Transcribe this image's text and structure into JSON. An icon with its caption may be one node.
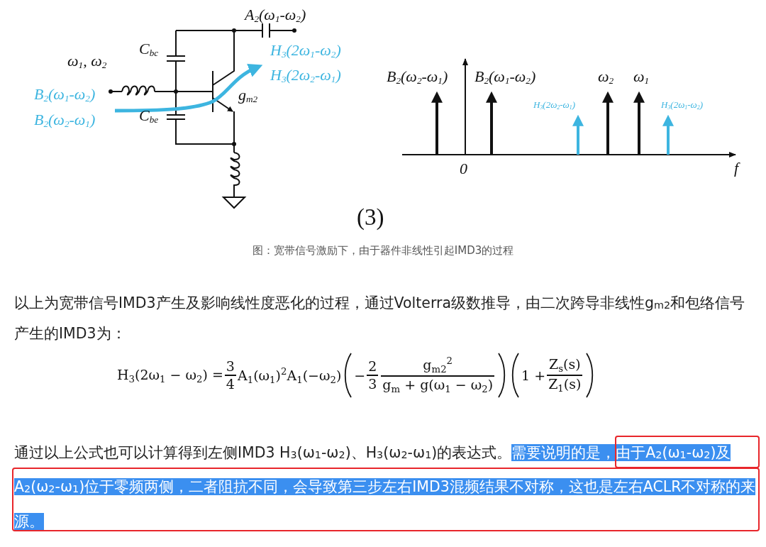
{
  "diagram": {
    "caption": "图：宽带信号激励下，由于器件非线性引起IMD3的过程",
    "labels": [
      "A$_{2}$(ω$_{1}$-ω$_{2}$)",
      "C$_{bc}$",
      "H$_{3}$(2ω$_{1}$-ω$_{2}$)",
      "H$_{3}$(2ω$_{2}$-ω$_{1}$)",
      "ω$_{1}$, ω$_{2}$",
      "B$_{2}$(ω$_{1}$-ω$_{2}$)",
      "g$_{m2}$",
      "B$_{2}$(ω$_{2}$-ω$_{1}$)",
      "C$_{be}$",
      "B$_{2}$(ω$_{2}$-ω$_{1}$)",
      "B$_{2}$(ω$_{1}$-ω$_{2}$)",
      "ω$_{2}$",
      "ω$_{1}$",
      "H$_{3}$(2ω$_{2}$-ω$_{1}$)",
      "H$_{3}$(2ω$_{1}$-ω$_{2}$)",
      "0",
      "f",
      "(3)",
      "以上为宽带信号IMD3产生及影响线性度恶化的过程，通过Volterra级数推导，由二次跨导非线性g$_{m2}$和包络信号产生的IMD3为：",
      "H$_{3}$(2ω$_{1}$ − ω$_{2}$) =",
      "3",
      "4",
      "A$_{1}$(ω$_{1}$)$^{2}$A$_{1}$(−ω$_{2}$)",
      "−",
      "2",
      "3",
      "g$_{m2}$$^{2}$",
      "g$_{m}$ + g(ω$_{1}$ − ω$_{2}$)",
      "1 +",
      "Z$_{s}$(s)",
      "Z$_{1}$(s)",
      "通过以上公式也可以计算得到左侧IMD3 H$_{3}$(ω$_{1}$-ω$_{2}$)、H$_{3}$(ω$_{2}$-ω$_{1}$)的表达式。",
      "需要说明的是，由于A$_{2}$(ω$_{1}$-ω$_{2}$)及A$_{2}$(ω$_{2}$-ω$_{1}$)位于零频两侧，二者阻抗不同，会导致第三步左右IMD3混频结果不对称，这也是左右ACLR不对称的来源。"
    ]
  }
}
